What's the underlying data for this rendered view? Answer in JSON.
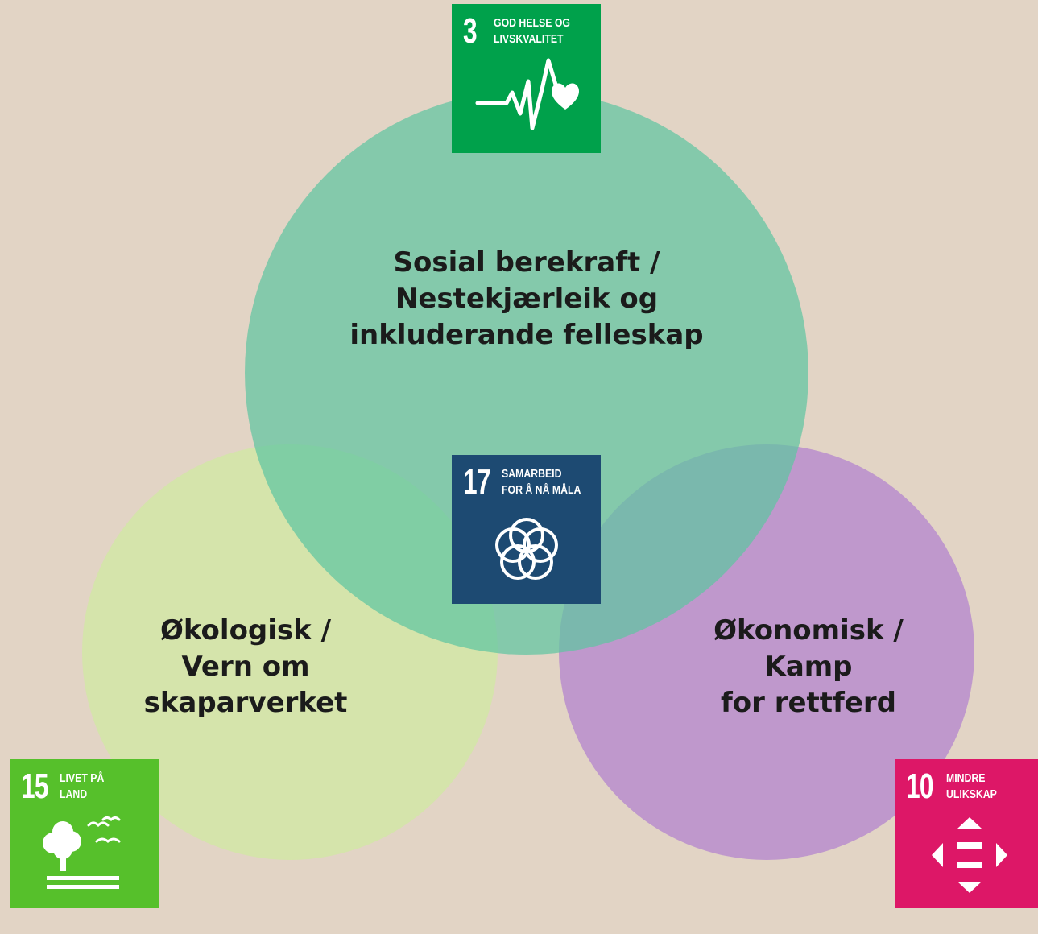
{
  "circles": {
    "social": {
      "lines": [
        "Sosial berekraft /",
        "Nestekjærleik og",
        "inkluderande felleskap"
      ],
      "color": "#5fc5a1"
    },
    "ecological": {
      "lines": [
        "Økologisk /",
        "Vern om",
        "skaparverket"
      ],
      "color": "#d2e6a6"
    },
    "economic": {
      "lines": [
        "Økonomisk /",
        "Kamp",
        "for rettferd"
      ],
      "color": "#b98dcc"
    }
  },
  "goals": {
    "goal3": {
      "number": "3",
      "title": [
        "GOD HELSE OG",
        "LIVSKVALITET"
      ],
      "color": "#00a14b",
      "icon": "heartbeat-icon"
    },
    "goal17": {
      "number": "17",
      "title": [
        "SAMARBEID",
        "FOR Å NÅ MÅLA"
      ],
      "color": "#1d4a72",
      "icon": "interlocking-rings-icon"
    },
    "goal15": {
      "number": "15",
      "title": [
        "LIVET PÅ",
        "LAND"
      ],
      "color": "#56c02b",
      "icon": "tree-birds-icon"
    },
    "goal10": {
      "number": "10",
      "title": [
        "MINDRE",
        "ULIKSKAP"
      ],
      "color": "#dd1767",
      "icon": "inequality-arrows-icon"
    }
  }
}
